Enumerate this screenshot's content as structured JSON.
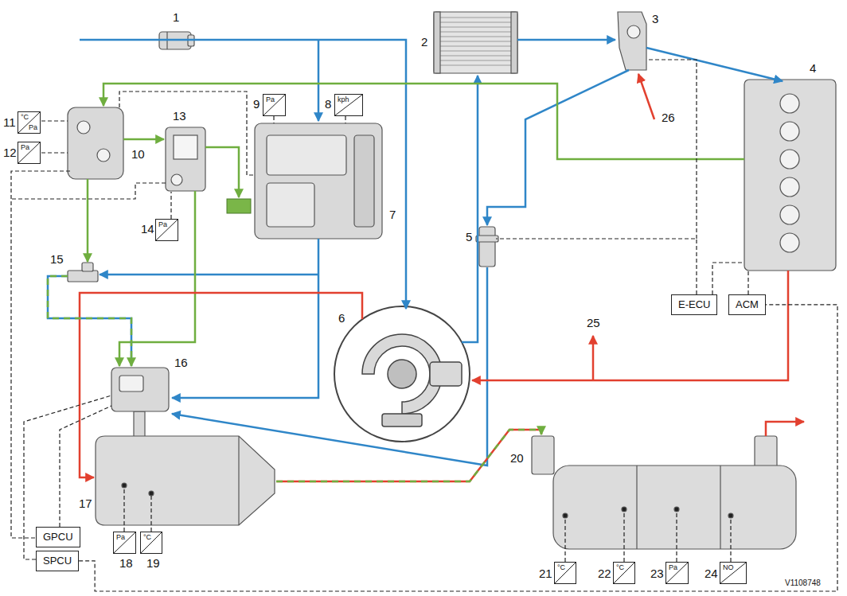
{
  "diagram": {
    "nodes": [
      {
        "text": [
          "°C",
          "Pa"
        ]
      },
      {
        "text": [
          "Pa"
        ]
      },
      {
        "text": [
          "kph"
        ]
      },
      {
        "text": [
          "Pa"
        ]
      },
      {
        "text": [
          "Pa"
        ]
      },
      {
        "text": [
          "E-ECU"
        ]
      },
      {
        "text": [
          "ACM"
        ]
      },
      {
        "text": [
          "GPCU"
        ]
      },
      {
        "text": [
          "SPCU"
        ]
      },
      {
        "text": [
          "Pa"
        ]
      },
      {
        "text": [
          "°C"
        ]
      },
      {
        "text": [
          "°C"
        ]
      },
      {
        "text": [
          "°C"
        ]
      },
      {
        "text": [
          "Pa"
        ]
      },
      {
        "text": [
          "NO"
        ]
      }
    ],
    "edges": [
      {
        "from": 8,
        "to": 6,
        "arrow": "none"
      }
    ],
    "labels": [
      "1",
      "2",
      "3",
      "4",
      "5",
      "6",
      "7",
      "8",
      "9",
      "10",
      "11",
      "12",
      "13",
      "14",
      "15",
      "16",
      "17",
      "18",
      "19",
      "20",
      "21",
      "22",
      "23",
      "24",
      "25",
      "26",
      "V1108748"
    ]
  }
}
